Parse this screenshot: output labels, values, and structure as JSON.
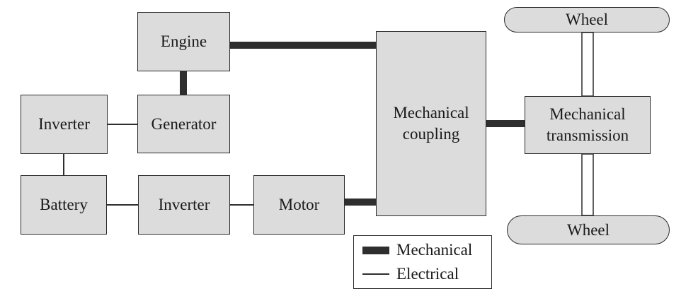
{
  "blocks": {
    "engine": "Engine",
    "generator": "Generator",
    "inverter_top": "Inverter",
    "battery": "Battery",
    "inverter_bottom": "Inverter",
    "motor": "Motor",
    "coupling": "Mechanical\ncoupling",
    "transmission": "Mechanical\ntransmission",
    "wheel_top": "Wheel",
    "wheel_bottom": "Wheel"
  },
  "legend": {
    "mechanical": "Mechanical",
    "electrical": "Electrical"
  },
  "colors": {
    "box_fill": "#dcdcdc",
    "line": "#2e2e2e"
  }
}
